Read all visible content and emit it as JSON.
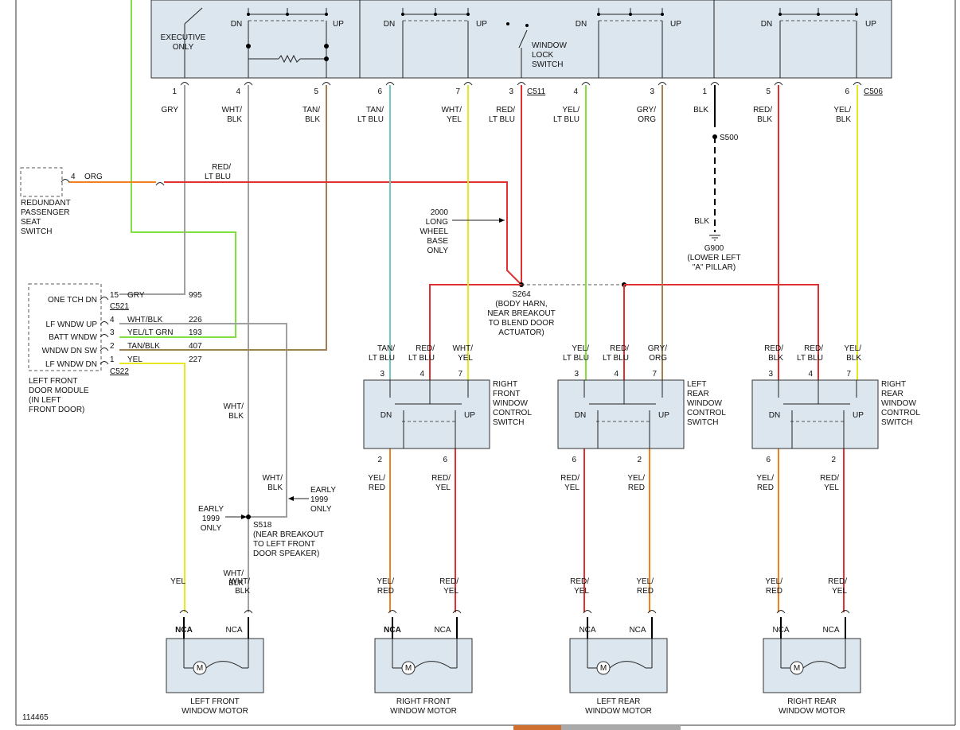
{
  "diagram_id": "114465",
  "colors": {
    "red": "#e03030",
    "gray": "#a0a0a0",
    "yellow": "#e8e820",
    "green": "#80e040",
    "tan": "#a08050",
    "ltblue": "#70c8c0",
    "orange": "#f08020",
    "black": "#000000"
  },
  "top_module": {
    "dn": "DN",
    "up": "UP",
    "executive_only": [
      "EXECUTIVE",
      "ONLY"
    ],
    "window_lock_switch": [
      "WINDOW",
      "LOCK",
      "SWITCH"
    ]
  },
  "connectors": {
    "c511": "C511",
    "c506": "C506",
    "c521": "C521",
    "c522": "C522"
  },
  "top_pins": [
    {
      "pin": "1",
      "color": [
        "GRY"
      ]
    },
    {
      "pin": "4",
      "color": [
        "WHT/",
        "BLK"
      ]
    },
    {
      "pin": "5",
      "color": [
        "TAN/",
        "BLK"
      ]
    },
    {
      "pin": "6",
      "color": [
        "TAN/",
        "LT BLU"
      ]
    },
    {
      "pin": "7",
      "color": [
        "WHT/",
        "YEL"
      ]
    },
    {
      "pin": "3",
      "color": [
        "RED/",
        "LT BLU"
      ]
    },
    {
      "pin": "4",
      "color": [
        "YEL/",
        "LT BLU"
      ]
    },
    {
      "pin": "3",
      "color": [
        "GRY/",
        "ORG"
      ]
    },
    {
      "pin": "1",
      "color": [
        "BLK"
      ]
    },
    {
      "pin": "5",
      "color": [
        "RED/",
        "BLK"
      ]
    },
    {
      "pin": "6",
      "color": [
        "YEL/",
        "BLK"
      ]
    }
  ],
  "splices": {
    "s500": "S500",
    "s264": [
      "S264",
      "(BODY HARN,",
      "NEAR BREAKOUT",
      "TO BLEND DOOR",
      "ACTUATOR)"
    ],
    "s518": [
      "S518",
      "(NEAR BREAKOUT",
      "TO LEFT FRONT",
      "DOOR SPEAKER)"
    ]
  },
  "ground": {
    "wire": "BLK",
    "label": [
      "G900",
      "(LOWER LEFT",
      "\"A\" PILLAR)"
    ]
  },
  "redundant_switch": {
    "pin": "4",
    "wire": "ORG",
    "wire2": [
      "RED/",
      "LT BLU"
    ],
    "label": [
      "REDUNDANT",
      "PASSENGER",
      "SEAT",
      "SWITCH"
    ]
  },
  "note_2000": [
    "2000",
    "LONG",
    "WHEEL",
    "BASE",
    "ONLY"
  ],
  "early_1999": [
    "EARLY",
    "1999",
    "ONLY"
  ],
  "lf_door_module": {
    "label": [
      "LEFT FRONT",
      "DOOR MODULE",
      "(IN LEFT",
      "FRONT DOOR)"
    ],
    "rows": [
      {
        "name": "ONE TCH DN",
        "pin": "15",
        "wire": "GRY",
        "circuit": "995"
      },
      {
        "name": "LF WNDW UP",
        "pin": "4",
        "wire": "WHT/BLK",
        "circuit": "226"
      },
      {
        "name": "BATT WNDW",
        "pin": "3",
        "wire": "YEL/LT GRN",
        "circuit": "193"
      },
      {
        "name": "WNDW DN SW",
        "pin": "2",
        "wire": "TAN/BLK",
        "circuit": "407"
      },
      {
        "name": "LF WNDW DN",
        "pin": "1",
        "wire": "YEL",
        "circuit": "227"
      }
    ]
  },
  "wht_blk_labels": [
    "WHT/",
    "BLK"
  ],
  "switches": [
    {
      "label": [
        "RIGHT",
        "FRONT",
        "WINDOW",
        "CONTROL",
        "SWITCH"
      ],
      "top_pins": [
        "3",
        "4",
        "7"
      ],
      "top_wires": [
        [
          "TAN/",
          "LT BLU"
        ],
        [
          "RED/",
          "LT BLU"
        ],
        [
          "WHT/",
          "YEL"
        ]
      ],
      "bottom_pins": [
        "2",
        "6"
      ],
      "bottom_wires": [
        [
          "YEL/",
          "RED"
        ],
        [
          "RED/",
          "YEL"
        ]
      ],
      "dn": "DN",
      "up": "UP"
    },
    {
      "label": [
        "LEFT",
        "REAR",
        "WINDOW",
        "CONTROL",
        "SWITCH"
      ],
      "top_pins": [
        "3",
        "4",
        "7"
      ],
      "top_wires": [
        [
          "YEL/",
          "LT BLU"
        ],
        [
          "RED/",
          "LT BLU"
        ],
        [
          "GRY/",
          "ORG"
        ]
      ],
      "bottom_pins": [
        "6",
        "2"
      ],
      "bottom_wires": [
        [
          "RED/",
          "YEL"
        ],
        [
          "YEL/",
          "RED"
        ]
      ],
      "dn": "DN",
      "up": "UP"
    },
    {
      "label": [
        "RIGHT",
        "REAR",
        "WINDOW",
        "CONTROL",
        "SWITCH"
      ],
      "top_pins": [
        "3",
        "4",
        "7"
      ],
      "top_wires": [
        [
          "RED/",
          "BLK"
        ],
        [
          "RED/",
          "LT BLU"
        ],
        [
          "YEL/",
          "BLK"
        ]
      ],
      "bottom_pins": [
        "6",
        "2"
      ],
      "bottom_wires": [
        [
          "YEL/",
          "RED"
        ],
        [
          "RED/",
          "YEL"
        ]
      ],
      "dn": "DN",
      "up": "UP"
    }
  ],
  "motors": [
    {
      "label": [
        "LEFT FRONT",
        "WINDOW MOTOR"
      ],
      "wires": [
        [
          "YEL"
        ],
        [
          "WHT/",
          "BLK"
        ]
      ],
      "nca": [
        "NCA",
        "NCA"
      ],
      "m": "M"
    },
    {
      "label": [
        "RIGHT FRONT",
        "WINDOW MOTOR"
      ],
      "wires": [
        [
          "YEL/",
          "RED"
        ],
        [
          "RED/",
          "YEL"
        ]
      ],
      "nca": [
        "NCA",
        "NCA"
      ],
      "m": "M"
    },
    {
      "label": [
        "LEFT REAR",
        "WINDOW MOTOR"
      ],
      "wires": [
        [
          "RED/",
          "YEL"
        ],
        [
          "YEL/",
          "RED"
        ]
      ],
      "nca": [
        "NCA",
        "NCA"
      ],
      "m": "M"
    },
    {
      "label": [
        "RIGHT REAR",
        "WINDOW MOTOR"
      ],
      "wires": [
        [
          "YEL/",
          "RED"
        ],
        [
          "RED/",
          "YEL"
        ]
      ],
      "nca": [
        "NCA",
        "NCA"
      ],
      "m": "M"
    }
  ]
}
